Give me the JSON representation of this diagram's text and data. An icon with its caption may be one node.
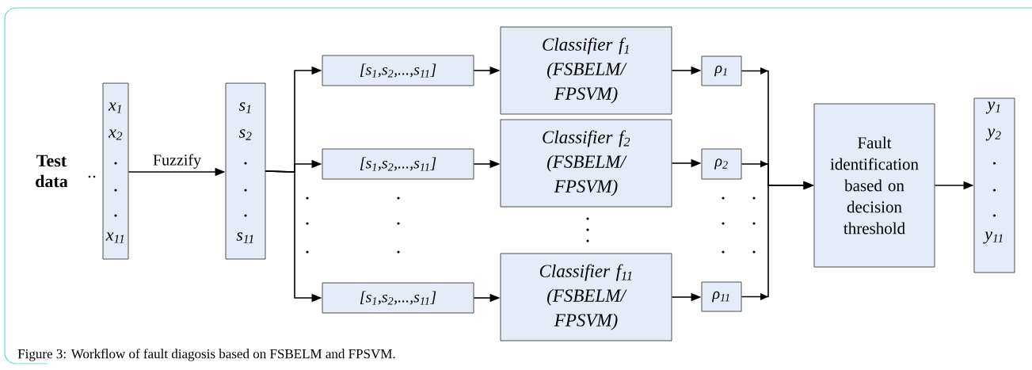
{
  "diagram": {
    "caption": "Figure 3: Workflow of fault diagosis based on FSBELM and FPSVM.",
    "nodes": [
      {
        "text": [
          "x$_{1}$",
          "x$_{2}$",
          "x$_{11}$"
        ]
      },
      {
        "text": [
          "s$_{1}$",
          "s$_{2}$",
          "s$_{11}$"
        ]
      },
      {
        "text": [
          "[s$_{1}$,s$_{2}$,...,s$_{11}$]"
        ]
      },
      {
        "text": [
          "[s$_{1}$,s$_{2}$,...,s$_{11}$]"
        ]
      },
      {
        "text": [
          "[s$_{1}$,s$_{2}$,...,s$_{11}$]"
        ]
      },
      {
        "text": [
          "Classifier f$_{1}$ (FSBELM/ FPSVM)"
        ]
      },
      {
        "text": [
          "Classifier f$_{2}$ (FSBELM/ FPSVM)"
        ]
      },
      {
        "text": [
          "Classifier f$_{11}$ (FSBELM/ FPSVM)"
        ]
      },
      {
        "text": [
          "ρ$_{1}$"
        ]
      },
      {
        "text": [
          "ρ$_{2}$"
        ]
      },
      {
        "text": [
          "ρ$_{11}$"
        ]
      },
      {
        "text": [
          "Fault identification based on decision threshold"
        ]
      },
      {
        "text": [
          "y$_{1}$",
          "y$_{2}$",
          "y$_{11}$"
        ]
      }
    ],
    "edges": [
      {
        "from": 0,
        "to": 1,
        "arrow": "to",
        "label": "Fuzzify"
      },
      {
        "from": 1,
        "to": 2,
        "arrow": "to"
      },
      {
        "from": 1,
        "to": 3,
        "arrow": "to"
      },
      {
        "from": 1,
        "to": 4,
        "arrow": "to"
      },
      {
        "from": 2,
        "to": 5,
        "arrow": "to"
      },
      {
        "from": 3,
        "to": 6,
        "arrow": "to"
      },
      {
        "from": 4,
        "to": 7,
        "arrow": "to"
      },
      {
        "from": 5,
        "to": 8,
        "arrow": "to"
      },
      {
        "from": 6,
        "to": 9,
        "arrow": "to"
      },
      {
        "from": 7,
        "to": 10,
        "arrow": "to"
      },
      {
        "from": 8,
        "to": 11,
        "arrow": "to"
      },
      {
        "from": 9,
        "to": 11,
        "arrow": "to"
      },
      {
        "from": 10,
        "to": 11,
        "arrow": "to"
      },
      {
        "from": 11,
        "to": 12,
        "arrow": "to"
      }
    ],
    "labels": [
      "Test data"
    ]
  }
}
